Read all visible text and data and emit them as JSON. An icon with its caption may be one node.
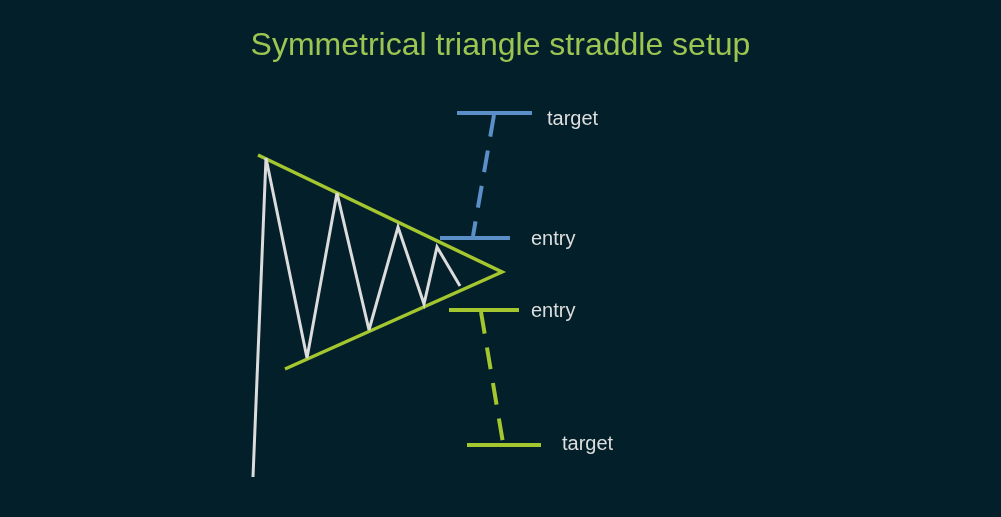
{
  "diagram": {
    "title": "Symmetrical triangle straddle setup",
    "nodes": [
      {
        "text": [],
        "shape": "bar",
        "beside": [
          "target"
        ]
      },
      {
        "text": [],
        "shape": "bar",
        "beside": [
          "entry"
        ]
      },
      {
        "text": [],
        "shape": "bar",
        "beside": [
          "entry"
        ]
      },
      {
        "text": [],
        "shape": "bar",
        "beside": [
          "target"
        ]
      }
    ],
    "edges": [
      {
        "from": 0,
        "to": 1,
        "arrow": "none",
        "style": "dashed",
        "color": "#5b8fc8"
      },
      {
        "from": 2,
        "to": 3,
        "arrow": "none",
        "style": "dashed",
        "color": "#a4c62f"
      }
    ]
  }
}
